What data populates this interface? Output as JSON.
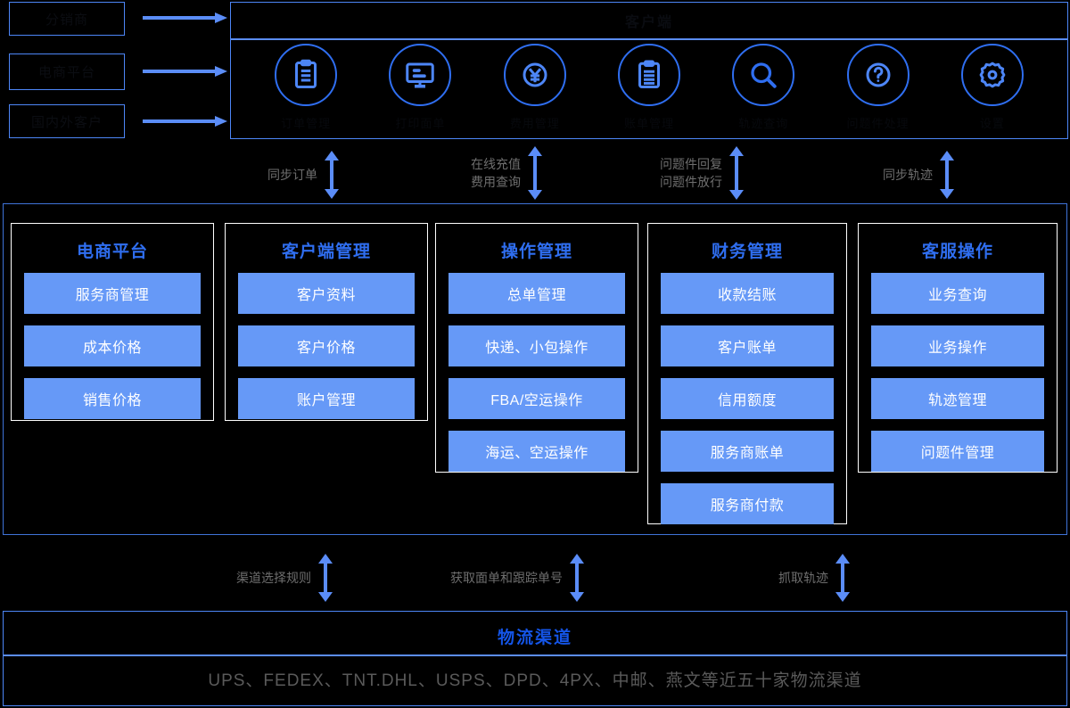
{
  "sources": {
    "items": [
      {
        "label": "分销商"
      },
      {
        "label": "电商平台"
      },
      {
        "label": "国内外客户"
      }
    ],
    "arrow_icon": "arrow-right-icon"
  },
  "top_panel": {
    "title": "客户端",
    "icons": [
      {
        "id": "icon-order",
        "glyph": "clipboard-icon",
        "label": "订单管理"
      },
      {
        "id": "icon-print",
        "glyph": "monitor-icon",
        "label": "打印面单"
      },
      {
        "id": "icon-fee",
        "glyph": "yen-coin-icon",
        "label": "费用管理"
      },
      {
        "id": "icon-bill",
        "glyph": "clipboard-list-icon",
        "label": "账单管理"
      },
      {
        "id": "icon-track",
        "glyph": "search-icon",
        "label": "轨迹查询"
      },
      {
        "id": "icon-issue",
        "glyph": "question-icon",
        "label": "问题件处理"
      },
      {
        "id": "icon-set",
        "glyph": "gear-icon",
        "label": "设置"
      }
    ]
  },
  "upper_connectors": [
    {
      "lines": [
        "同步订单"
      ]
    },
    {
      "lines": [
        "在线充值",
        "费用查询"
      ]
    },
    {
      "lines": [
        "问题件回复",
        "问题件放行"
      ]
    },
    {
      "lines": [
        "同步轨迹"
      ]
    }
  ],
  "modules": [
    {
      "title": "电商平台",
      "items": [
        "服务商管理",
        "成本价格",
        "销售价格"
      ]
    },
    {
      "title": "客户端管理",
      "items": [
        "客户资料",
        "客户价格",
        "账户管理"
      ]
    },
    {
      "title": "操作管理",
      "items": [
        "总单管理",
        "快递、小包操作",
        "FBA/空运操作",
        "海运、空运操作"
      ]
    },
    {
      "title": "财务管理",
      "items": [
        "收款结账",
        "客户账单",
        "信用额度",
        "服务商账单",
        "服务商付款"
      ]
    },
    {
      "title": "客服操作",
      "items": [
        "业务查询",
        "业务操作",
        "轨迹管理",
        "问题件管理"
      ]
    }
  ],
  "lower_connectors": [
    {
      "lines": [
        "渠道选择规则"
      ]
    },
    {
      "lines": [
        "获取面单和跟踪单号"
      ]
    },
    {
      "lines": [
        "抓取轨迹"
      ]
    }
  ],
  "bottom_panel": {
    "title": "物流渠道",
    "list": "UPS、FEDEX、TNT.DHL、USPS、DPD、4PX、中邮、燕文等近五十家物流渠道"
  },
  "colors": {
    "accent": "#2f6ef0",
    "arrow": "#5b8df8",
    "item_bg": "#6699f7",
    "connector_text": "#6e6e6e",
    "background": "#000000"
  }
}
